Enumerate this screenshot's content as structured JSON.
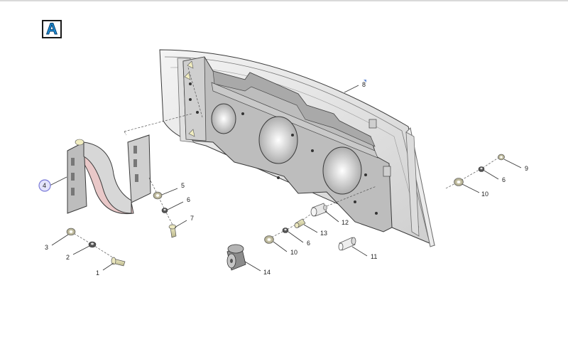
{
  "view": {
    "letter": "A"
  },
  "callouts": {
    "c1": "1",
    "c2": "2",
    "c3": "3",
    "c4": "4",
    "c5": "5",
    "c6a": "6",
    "c6b": "6",
    "c6c": "6",
    "c7": "7",
    "c8": "8",
    "c9": "9",
    "c10a": "10",
    "c10b": "10",
    "c11": "11",
    "c12": "12",
    "c13": "13",
    "c14": "14"
  },
  "colors": {
    "highlight": "#7b7bd8",
    "badge_letter": "#1e8fd6",
    "bracket_tint": "#e9c8c8"
  }
}
